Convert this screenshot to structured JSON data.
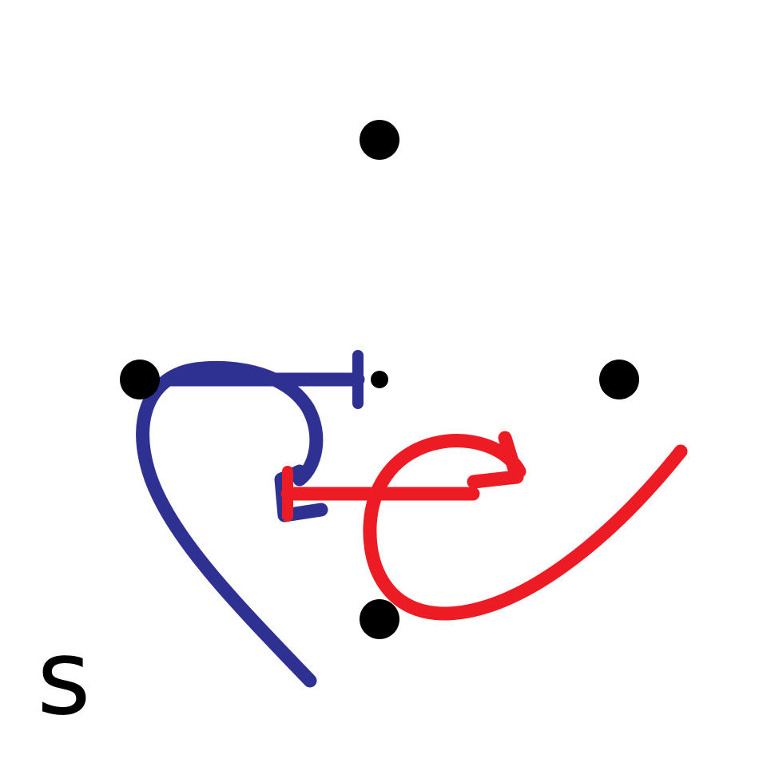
{
  "diagram": {
    "label": "s",
    "colors": {
      "background": "#ffffff",
      "dots": "#000000",
      "blue_stroke": "#2e3192",
      "red_stroke": "#ed1c24"
    },
    "dots": [
      {
        "name": "dot-top"
      },
      {
        "name": "dot-left"
      },
      {
        "name": "dot-center"
      },
      {
        "name": "dot-right"
      },
      {
        "name": "dot-bottom"
      }
    ],
    "strokes": [
      {
        "name": "blue-curve-stroke",
        "color": "blue_stroke"
      },
      {
        "name": "red-curve-stroke",
        "color": "red_stroke"
      }
    ]
  }
}
